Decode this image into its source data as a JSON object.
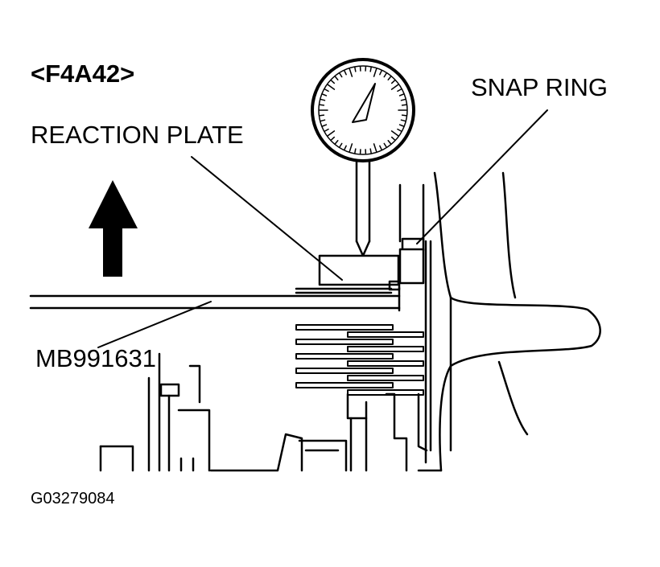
{
  "model_code": "<F4A42>",
  "labels": {
    "snap_ring": "SNAP RING",
    "reaction_plate": "REACTION PLATE",
    "tool_number": "MB991631"
  },
  "figure_id": "G03279084",
  "icons": {
    "lift_direction": "up-arrow-icon",
    "gauge": "dial-gauge-icon"
  },
  "colors": {
    "ink": "#000000",
    "paper": "#ffffff"
  }
}
